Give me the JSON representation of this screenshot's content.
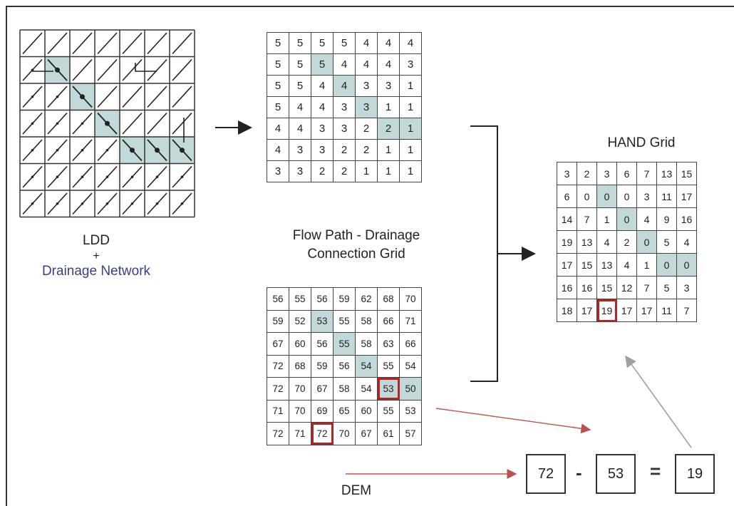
{
  "ldd": {
    "label_line1": "LDD",
    "label_plus": "+",
    "label_line2": "Drainage Network",
    "size": 7,
    "highlight": [
      [
        1,
        1
      ],
      [
        2,
        2
      ],
      [
        3,
        3
      ],
      [
        4,
        4
      ],
      [
        4,
        5
      ],
      [
        4,
        6
      ]
    ]
  },
  "flow_grid": {
    "title_line1": "Flow Path - Drainage",
    "title_line2": "Connection Grid",
    "rows": [
      [
        5,
        5,
        5,
        5,
        4,
        4,
        4
      ],
      [
        5,
        5,
        5,
        4,
        4,
        4,
        3
      ],
      [
        5,
        5,
        4,
        4,
        3,
        3,
        1
      ],
      [
        5,
        4,
        4,
        3,
        3,
        1,
        1
      ],
      [
        4,
        4,
        3,
        3,
        2,
        2,
        1
      ],
      [
        4,
        3,
        3,
        2,
        2,
        1,
        1
      ],
      [
        3,
        3,
        2,
        2,
        1,
        1,
        1
      ]
    ],
    "highlight": [
      [
        1,
        2
      ],
      [
        2,
        3
      ],
      [
        3,
        4
      ],
      [
        4,
        5
      ],
      [
        4,
        6
      ]
    ]
  },
  "dem": {
    "title": "DEM",
    "rows": [
      [
        56,
        55,
        56,
        59,
        62,
        68,
        70
      ],
      [
        59,
        52,
        53,
        55,
        58,
        66,
        71
      ],
      [
        67,
        60,
        56,
        55,
        58,
        63,
        66
      ],
      [
        72,
        68,
        59,
        56,
        54,
        55,
        54
      ],
      [
        72,
        70,
        67,
        58,
        54,
        53,
        50
      ],
      [
        71,
        70,
        69,
        65,
        60,
        55,
        53
      ],
      [
        72,
        71,
        72,
        70,
        67,
        61,
        57
      ]
    ],
    "highlight": [
      [
        1,
        2
      ],
      [
        2,
        3
      ],
      [
        3,
        4
      ],
      [
        4,
        5
      ],
      [
        4,
        6
      ]
    ],
    "red": [
      [
        4,
        5
      ],
      [
        6,
        2
      ]
    ]
  },
  "hand_grid": {
    "title": "HAND Grid",
    "rows": [
      [
        3,
        2,
        3,
        6,
        7,
        13,
        15
      ],
      [
        6,
        0,
        0,
        0,
        3,
        11,
        17
      ],
      [
        14,
        7,
        1,
        0,
        4,
        9,
        16
      ],
      [
        19,
        13,
        4,
        2,
        0,
        5,
        4
      ],
      [
        17,
        15,
        13,
        4,
        1,
        0,
        0
      ],
      [
        16,
        16,
        15,
        12,
        7,
        5,
        3
      ],
      [
        18,
        17,
        19,
        17,
        17,
        11,
        7
      ]
    ],
    "highlight": [
      [
        1,
        2
      ],
      [
        2,
        3
      ],
      [
        3,
        4
      ],
      [
        4,
        5
      ],
      [
        4,
        6
      ]
    ],
    "red": [
      [
        6,
        2
      ]
    ]
  },
  "equation": {
    "a": "72",
    "minus": "-",
    "b": "53",
    "equals": "=",
    "result": "19"
  },
  "colors": {
    "highlight": "#c3d8d8",
    "red": "#b32525",
    "arrow_red": "#c0504d",
    "arrow_gray": "#a0a0a0",
    "line": "#333333"
  }
}
